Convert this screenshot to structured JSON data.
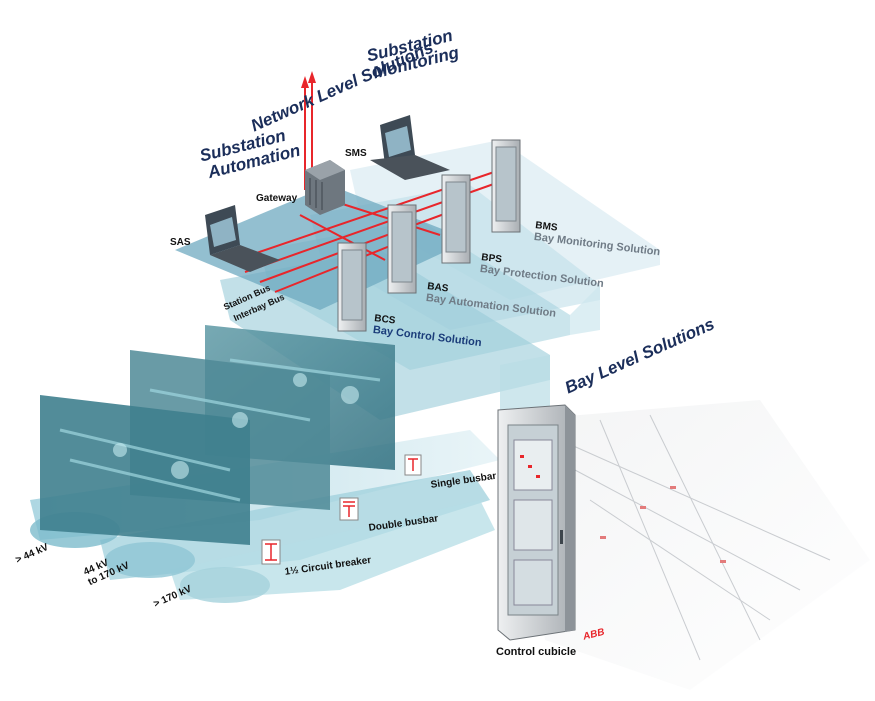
{
  "headings": {
    "network_level": "Network Level Solutions",
    "substation_monitoring": [
      "Substation",
      "Monitoring"
    ],
    "substation_automation": [
      "Substation",
      "Automation"
    ],
    "bay_level": "Bay Level Solutions"
  },
  "station_nodes": {
    "sas": "SAS",
    "gateway": "Gateway",
    "sms": "SMS"
  },
  "buses": {
    "station_bus": "Station Bus",
    "interbay_bus": "Interbay Bus"
  },
  "bay_solutions": [
    {
      "code": "BMS",
      "name": "Bay Monitoring Solution"
    },
    {
      "code": "BPS",
      "name": "Bay Protection Solution"
    },
    {
      "code": "BAS",
      "name": "Bay Automation Solution"
    },
    {
      "code": "BCS",
      "name": "Bay Control Solution"
    }
  ],
  "busbar_types": {
    "single": "Single busbar",
    "double": "Double busbar",
    "one_half": "1½ Circuit breaker"
  },
  "voltage_levels": {
    "low": "> 44 kV",
    "mid": [
      "44 kV",
      "to 170 kV"
    ],
    "high": "> 170 kV"
  },
  "control_cubicle": "Control cubicle",
  "brand": "ABB",
  "colors": {
    "heading": "#1b2e5a",
    "bus_line": "#e8262b",
    "layer_glass": "#a9d3df",
    "cabinet": "#d8dbde"
  }
}
